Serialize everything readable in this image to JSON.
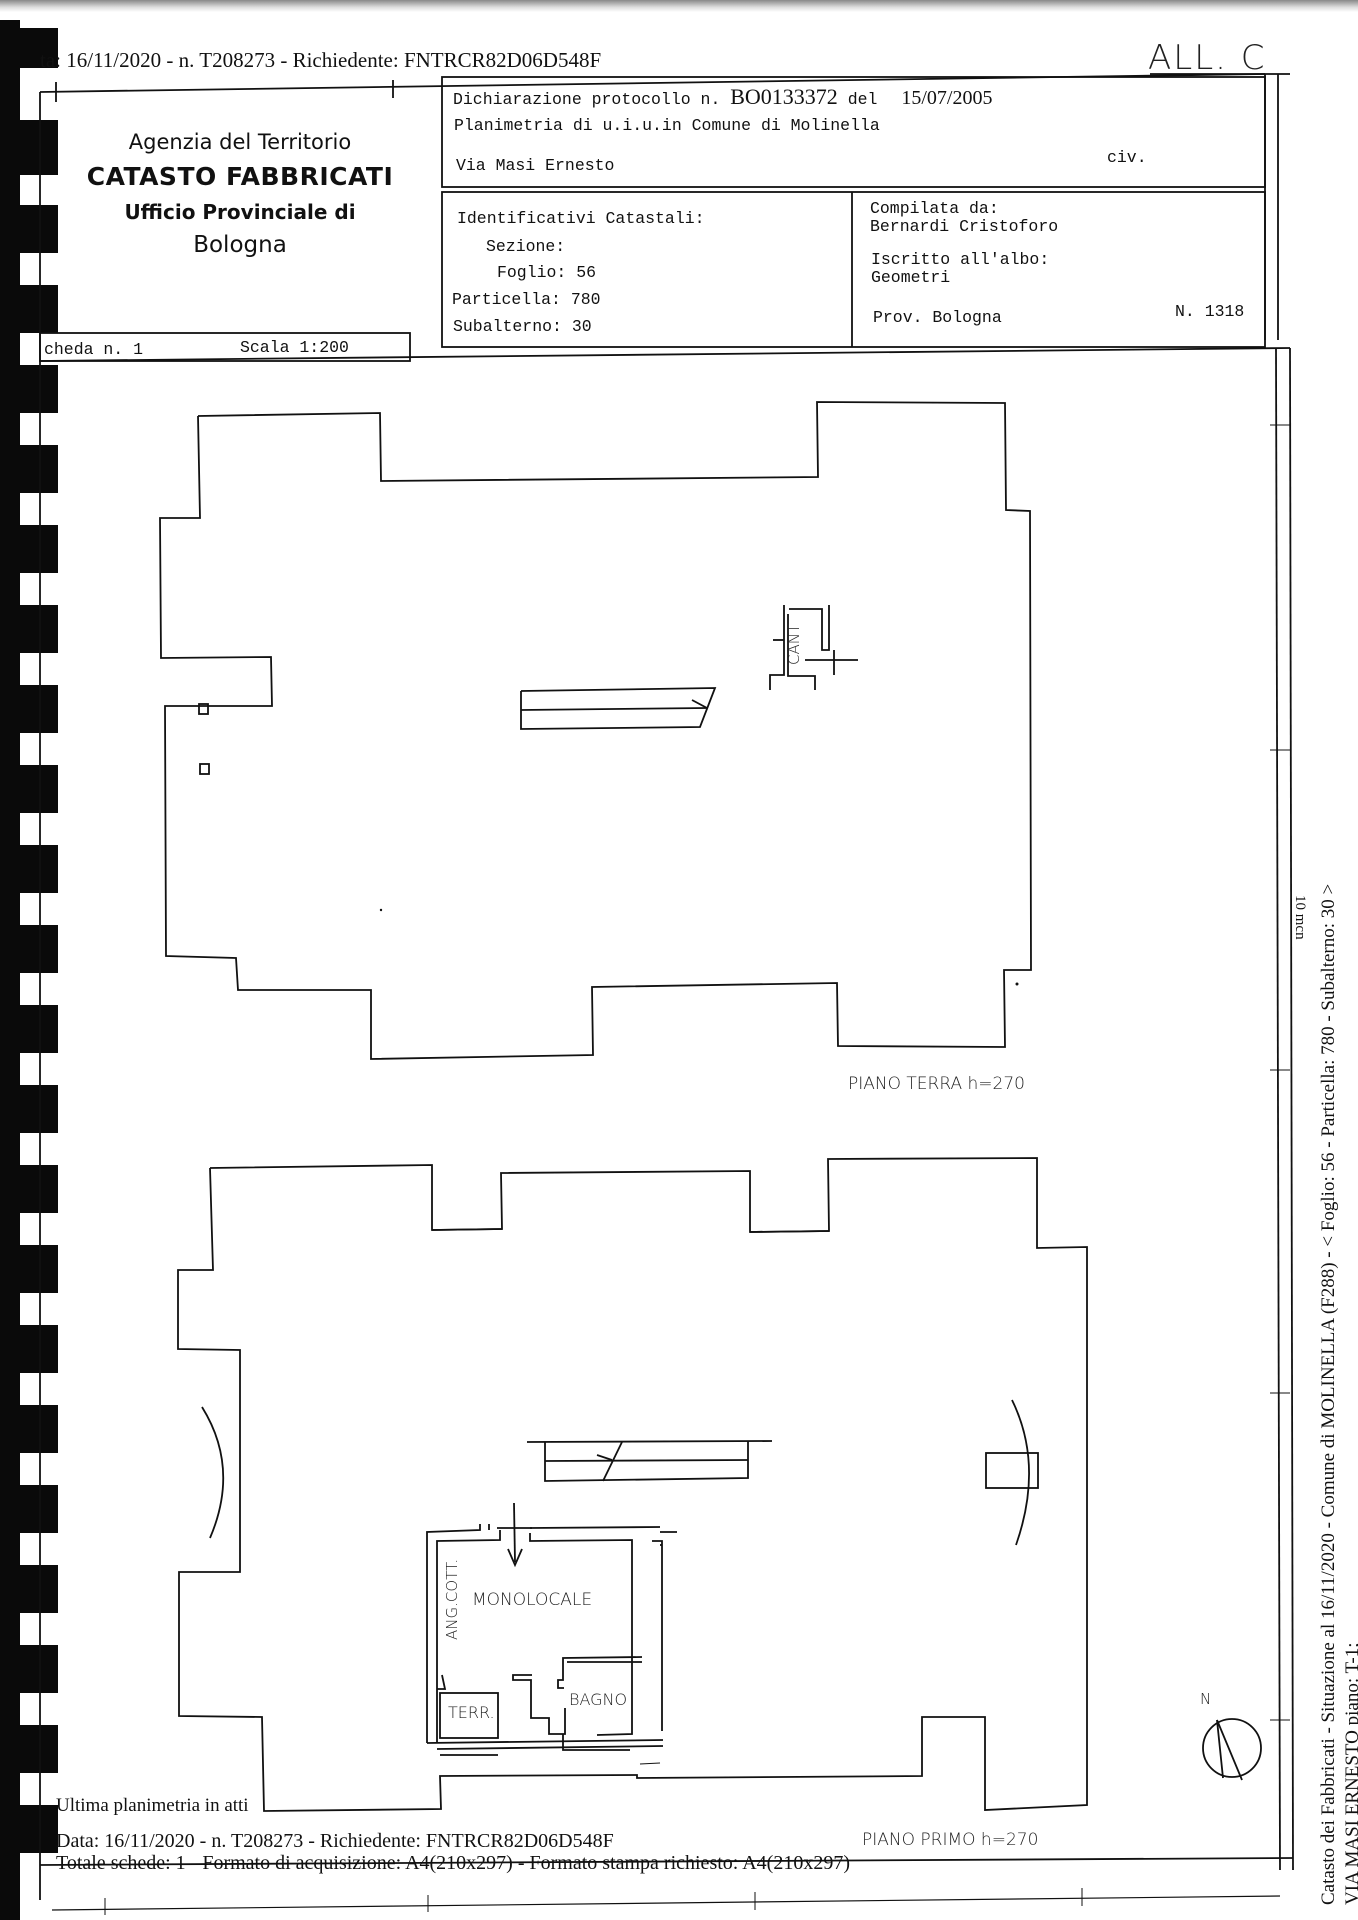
{
  "header": {
    "request_line": "ta: 16/11/2020 - n. T208273 - Richiedente: FNTRCR82D06D548F",
    "handwritten_annotation": "ALL. C"
  },
  "agency": {
    "line1": "Agenzia del Territorio",
    "line2": "CATASTO FABBRICATI",
    "line3": "Ufficio Provinciale di",
    "line4": "Bologna"
  },
  "declaration": {
    "protocol_label": "Dichiarazione protocollo n.",
    "protocol_number": "BO0133372",
    "date_label": "del",
    "date": "15/07/2005",
    "planimetry_line": "Planimetria di u.i.u.in Comune di Molinella",
    "address": "Via Masi Ernesto",
    "civic_label": "civ."
  },
  "identifiers": {
    "title": "Identificativi Catastali:",
    "sezione_label": "Sezione:",
    "sezione": "",
    "foglio_label": "Foglio:",
    "foglio": "56",
    "particella_label": "Particella:",
    "particella": "780",
    "subalterno_label": "Subalterno:",
    "subalterno": "30"
  },
  "compiler": {
    "compiled_by_label": "Compilata da:",
    "compiled_by": "Bernardi Cristoforo",
    "register_label": "Iscritto all'albo:",
    "register": "Geometri",
    "province": "Prov. Bologna",
    "number": "N. 1318"
  },
  "sheet": {
    "scheda": "cheda n. 1",
    "scala": "Scala 1:200"
  },
  "floors": {
    "ground": "PIANO TERRA h=270",
    "first": "PIANO PRIMO h=270"
  },
  "rooms": {
    "cantina": "CANT",
    "monolocale": "MONOLOCALE",
    "angolo_cottura": "ANG.COTT.",
    "bagno": "BAGNO",
    "terrazzo": "TERR."
  },
  "north_label": "N",
  "footer": {
    "last_plan": "Ultima planimetria in atti",
    "request_line": "Data: 16/11/2020 - n. T208273 - Richiedente: FNTRCR82D06D548F",
    "totals_line": "Totale schede: 1 - Formato di acquisizione: A4(210x297)  - Formato stampa richiesto: A4(210x297)"
  },
  "side_margin": {
    "line1": "Catasto dei Fabbricati - Situazione al 16/11/2020 - Comune di MOLINELLA (F288) - < Foglio: 56 - Particella: 780 - Subalterno: 30 >",
    "line2": "VIA MASI ERNESTO piano: T-1;",
    "mirror_text": "10 mcn"
  }
}
